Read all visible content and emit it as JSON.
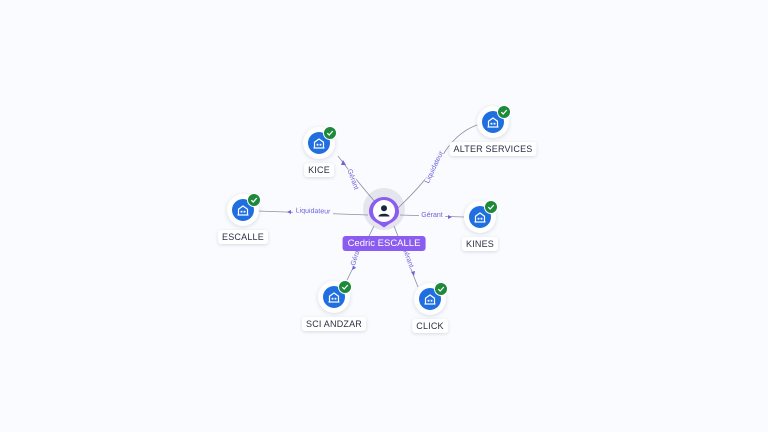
{
  "center": {
    "name": "Cedric ESCALLE",
    "icon": "person-icon"
  },
  "companies": [
    {
      "id": "kice",
      "name": "KICE",
      "relation": "Gérant",
      "status": "verified"
    },
    {
      "id": "alter",
      "name": "ALTER SERVICES",
      "relation": "Liquidateur",
      "status": "verified"
    },
    {
      "id": "escalle",
      "name": "ESCALLE",
      "relation": "Liquidateur",
      "status": "verified"
    },
    {
      "id": "kines",
      "name": "KINES",
      "relation": "Gérant",
      "status": "verified"
    },
    {
      "id": "sci",
      "name": "SCI ANDZAR",
      "relation": "Gérant",
      "status": "verified"
    },
    {
      "id": "click",
      "name": "CLICK",
      "relation": "Gérant",
      "status": "verified"
    }
  ],
  "colors": {
    "background": "#f9fbfe",
    "company_node": "#1f6fe0",
    "verified_badge": "#1c8a3a",
    "person_node": "#8a5cf0",
    "relation_text": "#6c63d9",
    "edge": "#8a8fa5"
  },
  "icons": {
    "company": "building-icon",
    "verified": "check-icon"
  }
}
